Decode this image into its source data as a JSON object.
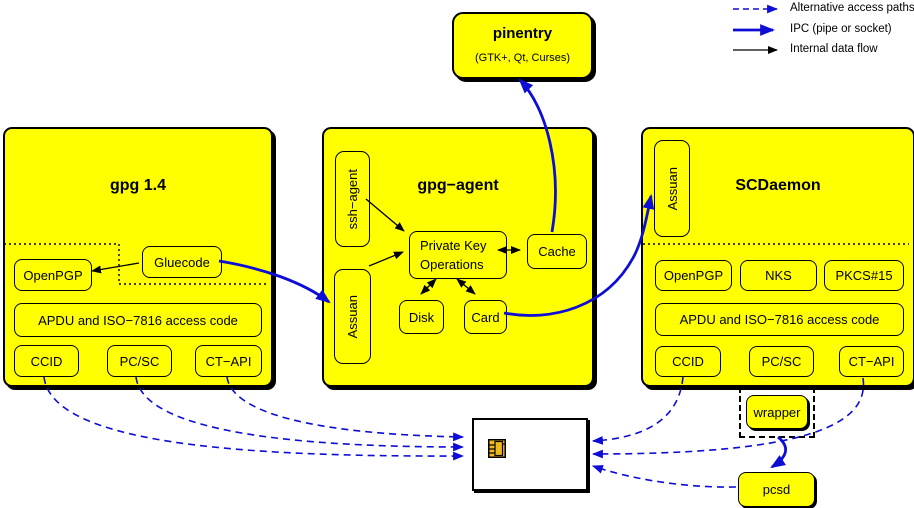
{
  "legend": {
    "alt": "Alternative access paths",
    "ipc": "IPC (pipe or socket)",
    "internal": "Internal data flow"
  },
  "pinentry": {
    "title": "pinentry",
    "subtitle": "(GTK+, Qt, Curses)"
  },
  "gpg14": {
    "title": "gpg 1.4",
    "openpgp": "OpenPGP",
    "gluecode": "Gluecode",
    "apdu": "APDU and ISO−7816 access code",
    "ccid": "CCID",
    "pcsc": "PC/SC",
    "ctapi": "CT−API"
  },
  "gpgagent": {
    "title": "gpg−agent",
    "sshagent": "ssh−agent",
    "assuan": "Assuan",
    "pko1": "Private Key",
    "pko2": "Operations",
    "cache": "Cache",
    "disk": "Disk",
    "card": "Card"
  },
  "scdaemon": {
    "title": "SCDaemon",
    "assuan": "Assuan",
    "openpgp": "OpenPGP",
    "nks": "NKS",
    "pkcs15": "PKCS#15",
    "apdu": "APDU and ISO−7816 access code",
    "ccid": "CCID",
    "pcsc": "PC/SC",
    "ctapi": "CT−API"
  },
  "peripherals": {
    "wrapper": "wrapper",
    "pcsd": "pcsd"
  },
  "colors": {
    "box_fill": "#ffff00",
    "border": "#000000",
    "arrow_blue": "#0d0dd6",
    "chip_gold": "#edba1c",
    "card_fill": "#ffffff"
  }
}
